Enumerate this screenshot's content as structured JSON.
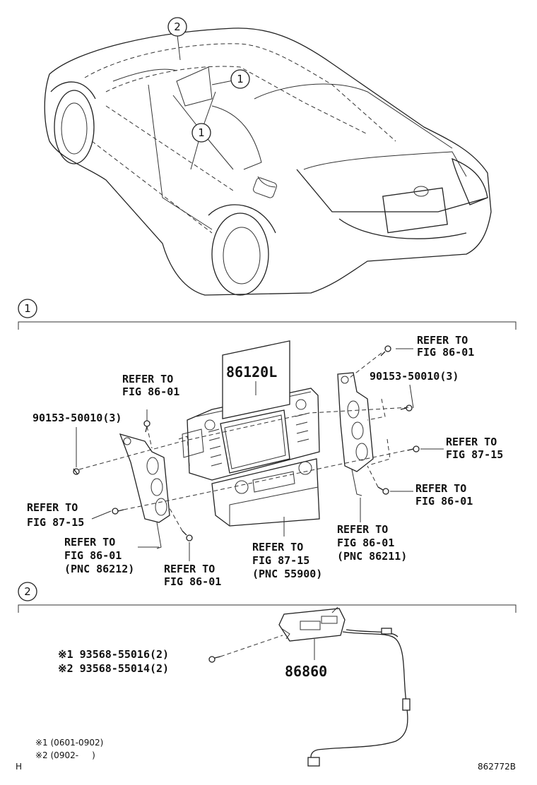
{
  "callouts": {
    "c1": "1",
    "c2": "2"
  },
  "section1": {
    "label": "1",
    "main_part": "86120L",
    "refer_top_right": [
      "REFER TO",
      "FIG 86-01"
    ],
    "bolt_right": "90153-50010(3)",
    "refer_right_mid": [
      "REFER TO",
      "FIG 87-15"
    ],
    "refer_right_low": [
      "REFER TO",
      "FIG 86-01"
    ],
    "refer_right_bottom": [
      "REFER TO",
      "FIG 86-01",
      "(PNC 86211)"
    ],
    "refer_top_left": [
      "REFER TO",
      "FIG 86-01"
    ],
    "bolt_left": "90153-50010(3)",
    "refer_left_mid": [
      "REFER TO",
      "FIG 87-15"
    ],
    "refer_left_bottom": [
      "REFER TO",
      "FIG 86-01",
      "(PNC 86212)"
    ],
    "refer_center_left": [
      "REFER TO",
      "FIG 86-01"
    ],
    "refer_center_bottom": [
      "REFER TO",
      "FIG 87-15",
      "(PNC 55900)"
    ]
  },
  "section2": {
    "label": "2",
    "part": "86860",
    "screw1": "※1 93568-55016(2)",
    "screw2": "※2 93568-55014(2)"
  },
  "footnotes": {
    "note1": "※1 (0601-0902)",
    "note2": "※2 (0902-     )",
    "corner_left": "H",
    "drawing_id": "862772B"
  }
}
